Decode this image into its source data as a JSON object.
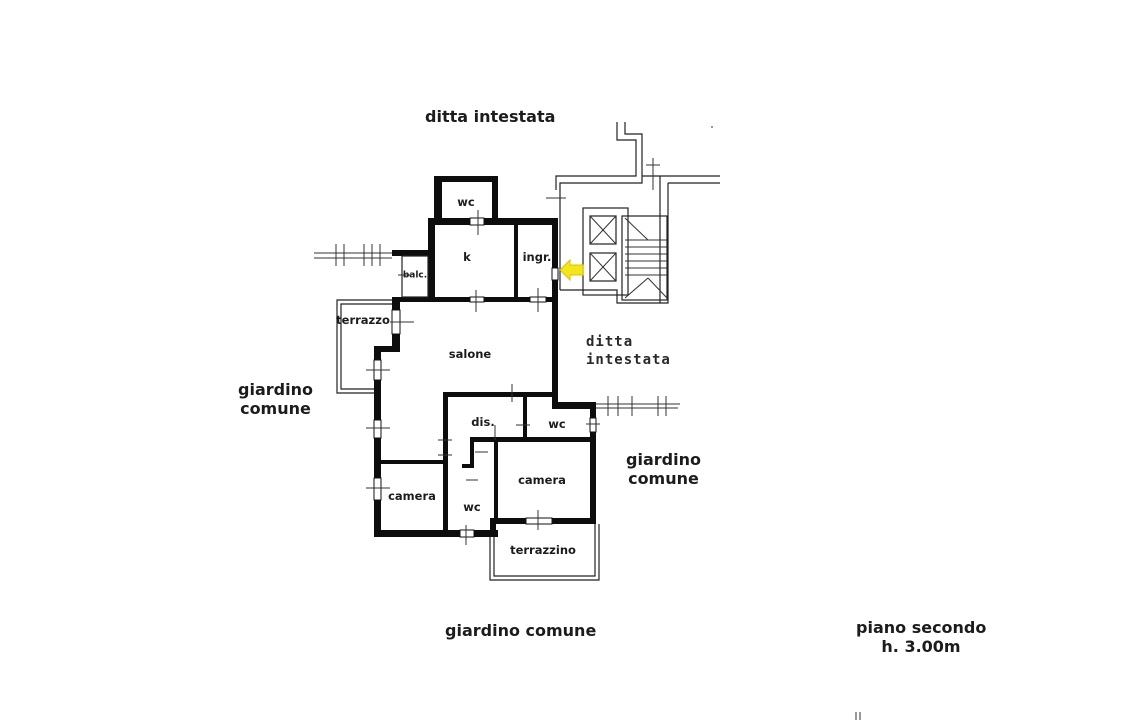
{
  "plan": {
    "top_label": "ditta intestata",
    "right_neighbor_label": [
      "ditta",
      "intestata"
    ],
    "left_garden_label": [
      "giardino",
      "comune"
    ],
    "right_garden_label": [
      "giardino",
      "comune"
    ],
    "bottom_garden_label": "giardino comune",
    "floor_info": {
      "level": "piano secondo",
      "height": "h. 3.00m"
    },
    "rooms": [
      {
        "id": "wc-top",
        "label": "wc"
      },
      {
        "id": "kitchen",
        "label": "k"
      },
      {
        "id": "entrance",
        "label": "ingr."
      },
      {
        "id": "balcony",
        "label": "balc."
      },
      {
        "id": "terrace",
        "label": "terrazzo"
      },
      {
        "id": "living",
        "label": "salone"
      },
      {
        "id": "hallway",
        "label": "dis."
      },
      {
        "id": "wc-right",
        "label": "wc"
      },
      {
        "id": "bedroom-left",
        "label": "camera"
      },
      {
        "id": "wc-bottom",
        "label": "wc"
      },
      {
        "id": "bedroom-right",
        "label": "camera"
      },
      {
        "id": "small-terrace",
        "label": "terrazzino"
      }
    ],
    "entrance_marker": {
      "icon": "arrow-left-icon",
      "color": "#f5e61a"
    }
  }
}
